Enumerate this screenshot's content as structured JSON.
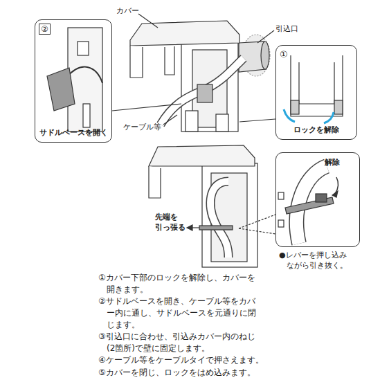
{
  "diagram": {
    "nodes": [
      {
        "text": [
          "②",
          "サドルベースを開く"
        ]
      },
      {
        "text": [
          "①",
          "ロックを解除"
        ]
      },
      {
        "text": [
          "解除",
          "●レバーを押し込み ながら引き抜く。"
        ]
      }
    ],
    "labels": [
      "カバー",
      "引込口",
      "ケーブル等",
      "先端を 引っ張る",
      "①カバー下部のロックを解除し、カバーを 開きます。",
      "②サドルベースを開き、ケーブル等をカバ ー内に通し、サドルベースを元通りに閉 じます。",
      "③引込口に合わせ、引込みカバー内のねじ (2箇所)で壁に固定します。",
      "④ケーブル等をケーブルタイで押さえます。",
      "⑤カバーを閉じ、ロックをはめ込みます。"
    ]
  }
}
